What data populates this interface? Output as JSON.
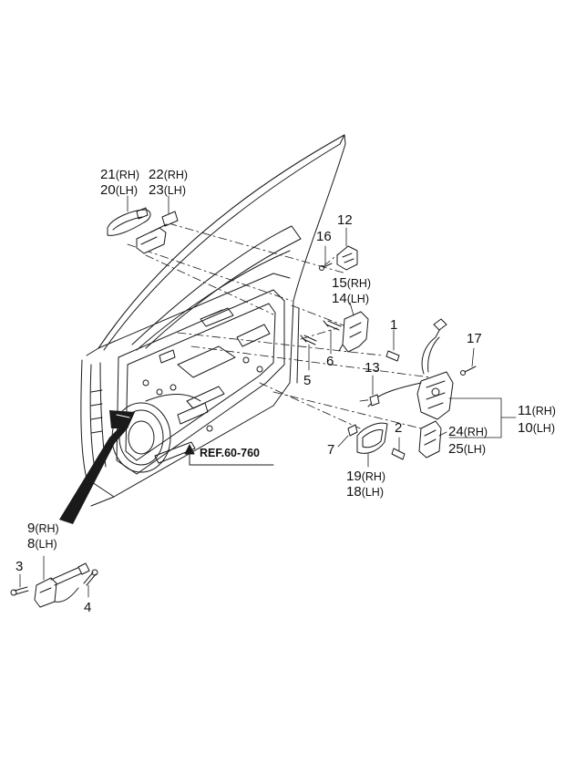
{
  "diagram": {
    "callouts": [
      {
        "id": "c1",
        "number": "1",
        "side": ""
      },
      {
        "id": "c2",
        "number": "2",
        "side": ""
      },
      {
        "id": "c3",
        "number": "3",
        "side": ""
      },
      {
        "id": "c4",
        "number": "4",
        "side": ""
      },
      {
        "id": "c5",
        "number": "5",
        "side": ""
      },
      {
        "id": "c6",
        "number": "6",
        "side": ""
      },
      {
        "id": "c7",
        "number": "7",
        "side": ""
      },
      {
        "id": "c8",
        "number": "8",
        "side": "(LH)"
      },
      {
        "id": "c9",
        "number": "9",
        "side": "(RH)"
      },
      {
        "id": "c10",
        "number": "10",
        "side": "(LH)"
      },
      {
        "id": "c11",
        "number": "11",
        "side": "(RH)"
      },
      {
        "id": "c12",
        "number": "12",
        "side": ""
      },
      {
        "id": "c13",
        "number": "13",
        "side": ""
      },
      {
        "id": "c14",
        "number": "14",
        "side": "(LH)"
      },
      {
        "id": "c15",
        "number": "15",
        "side": "(RH)"
      },
      {
        "id": "c16",
        "number": "16",
        "side": ""
      },
      {
        "id": "c17",
        "number": "17",
        "side": ""
      },
      {
        "id": "c18",
        "number": "18",
        "side": "(LH)"
      },
      {
        "id": "c19",
        "number": "19",
        "side": "(RH)"
      },
      {
        "id": "c20",
        "number": "20",
        "side": "(LH)"
      },
      {
        "id": "c21",
        "number": "21",
        "side": "(RH)"
      },
      {
        "id": "c22",
        "number": "22",
        "side": "(RH)"
      },
      {
        "id": "c23",
        "number": "23",
        "side": "(LH)"
      },
      {
        "id": "c24",
        "number": "24",
        "side": "(RH)"
      },
      {
        "id": "c25",
        "number": "25",
        "side": "(LH)"
      }
    ],
    "reference": "REF.60-760",
    "colors": {
      "line": "#1a1a1a",
      "background": "#ffffff"
    }
  }
}
